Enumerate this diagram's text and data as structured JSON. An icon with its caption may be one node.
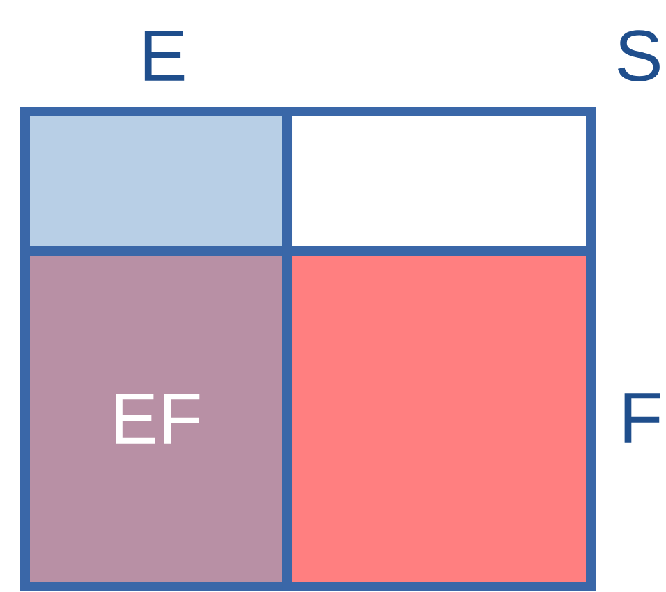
{
  "diagram": {
    "nodes": [
      {
        "text": [],
        "shape": "box"
      },
      {
        "text": [],
        "shape": "box"
      },
      {
        "text": [
          "EF"
        ]
      },
      {
        "text": [],
        "shape": "box"
      }
    ],
    "labels": [
      "E",
      "S",
      "F"
    ]
  }
}
